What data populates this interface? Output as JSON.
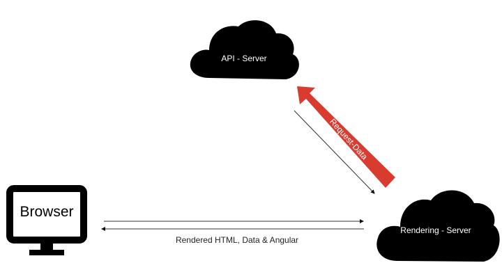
{
  "diagram": {
    "nodes": {
      "api_server": {
        "label": "API - Server",
        "icon": "cloud-icon"
      },
      "rendering_server": {
        "label": "Rendering - Server",
        "icon": "cloud-icon"
      },
      "browser": {
        "label": "Browser",
        "icon": "monitor-icon"
      }
    },
    "edges": {
      "request_data": {
        "label": "Request-Data",
        "from": "Rendering - Server",
        "to": "API - Server",
        "color": "#d93b2f"
      },
      "api_response": {
        "label": "",
        "from": "API - Server",
        "to": "Rendering - Server"
      },
      "browser_request": {
        "label": "",
        "from": "Browser",
        "to": "Rendering - Server"
      },
      "rendered_response": {
        "label": "Rendered HTML, Data & Angular",
        "from": "Rendering - Server",
        "to": "Browser"
      }
    }
  }
}
